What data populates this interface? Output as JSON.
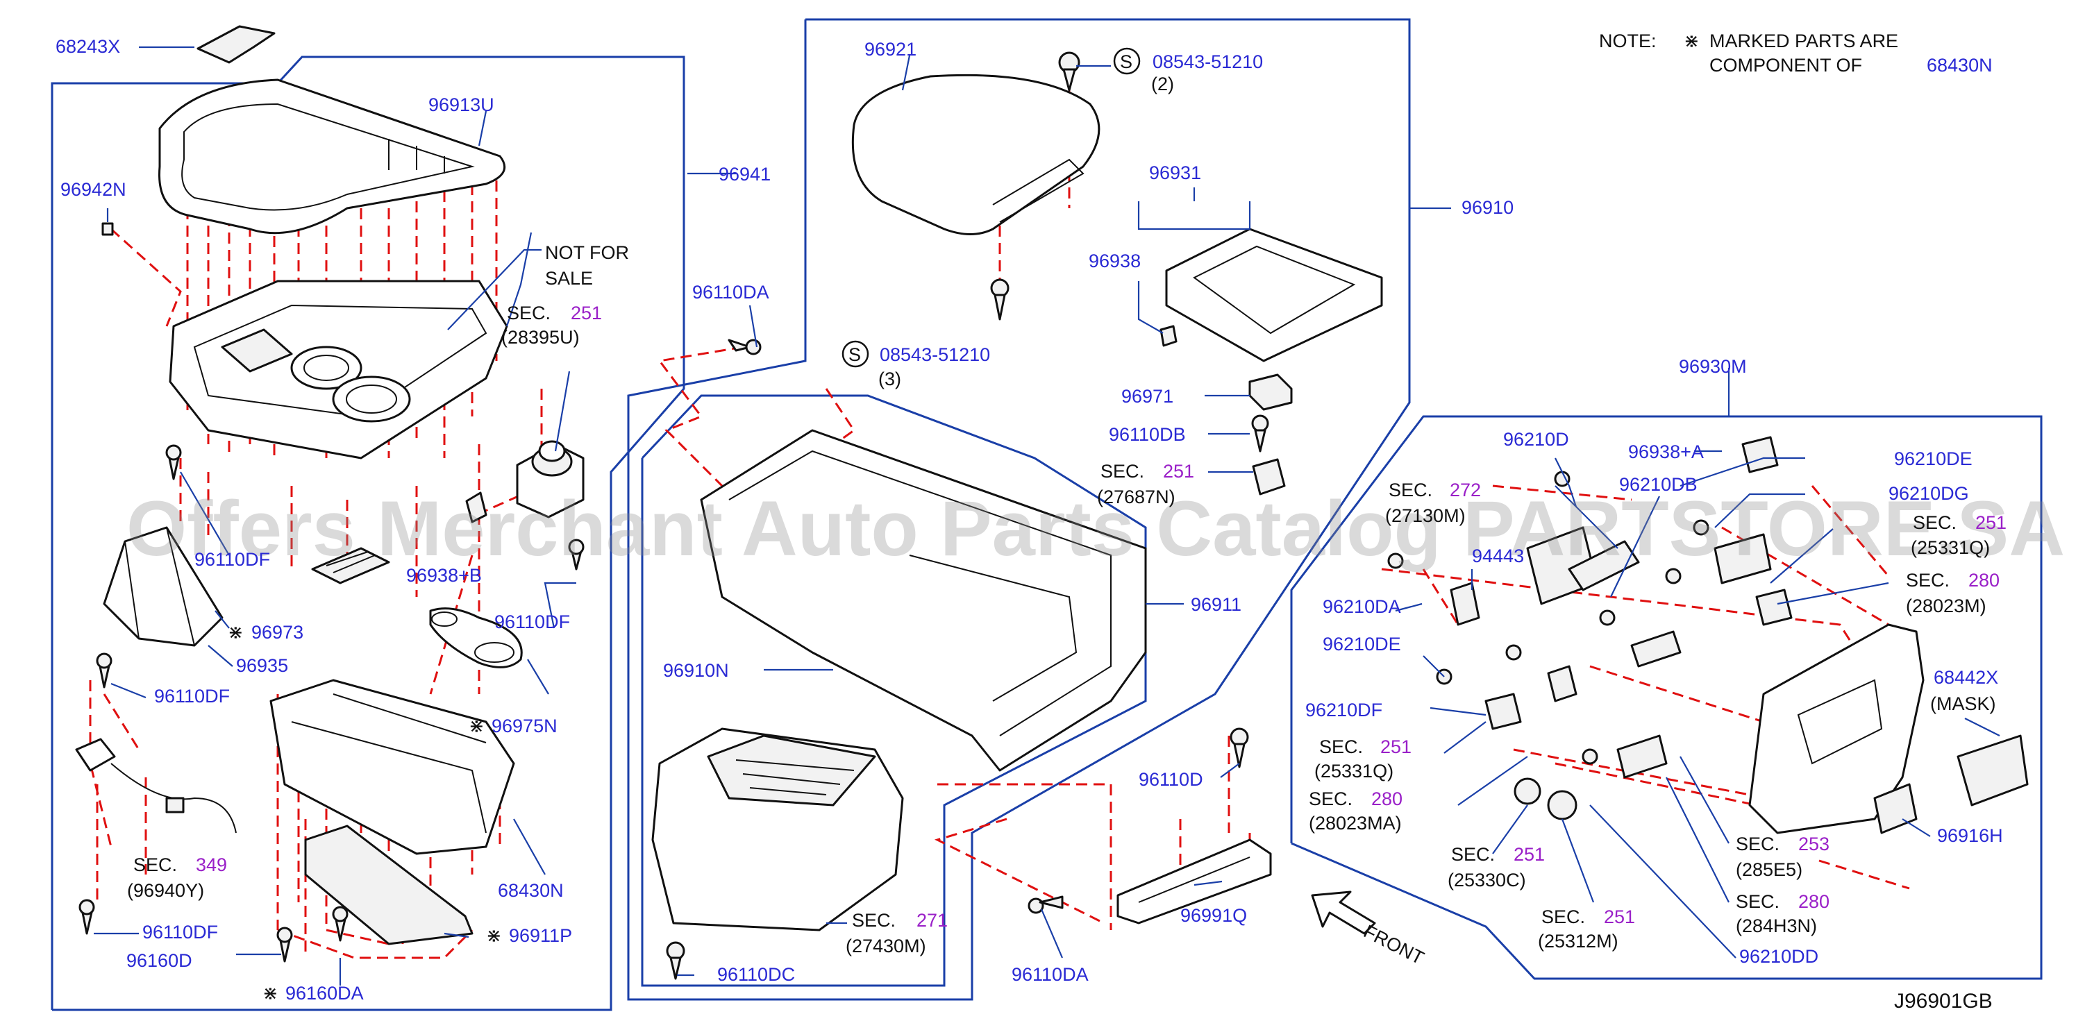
{
  "note": {
    "prefix": "NOTE:",
    "line1": "MARKED PARTS ARE",
    "line2": "COMPONENT OF",
    "ref": "68430N"
  },
  "watermark": "Offers Merchant Auto Parts Catalog PARTSTORE.SA",
  "diagram_code": "J96901GB",
  "front_label": "FRONT",
  "not_for_sale": {
    "line1": "NOT FOR",
    "line2": "SALE"
  },
  "labels": {
    "p68243X": "68243X",
    "p96913U": "96913U",
    "p96942N": "96942N",
    "p96941": "96941",
    "p96110DF_a": "96110DF",
    "p96110DF_b": "96110DF",
    "p96110DF_c": "96110DF",
    "p96110DF_d": "96110DF",
    "p96938B": "96938+B",
    "p96973": "96973",
    "p96935": "96935",
    "p96975N": "96975N",
    "p68430N": "68430N",
    "p96160D": "96160D",
    "p96911P": "96911P",
    "p96160DA": "96160DA",
    "p96921": "96921",
    "p96110DA_a": "96110DA",
    "p96110DA_b": "96110DA",
    "p96910N": "96910N",
    "p96110DC": "96110DC",
    "p96931": "96931",
    "p96938": "96938",
    "p96971": "96971",
    "p96110DB": "96110DB",
    "p96910": "96910",
    "p96911": "96911",
    "p96110D": "96110D",
    "p96991Q": "96991Q",
    "p96930M": "96930M",
    "p96210D": "96210D",
    "p96938A": "96938+A",
    "p96210DE_a": "96210DE",
    "p96210DB": "96210DB",
    "p96210DG": "96210DG",
    "p94443": "94443",
    "p96210DA": "96210DA",
    "p96210DE_b": "96210DE",
    "p96210DF": "96210DF",
    "p68442X": "68442X",
    "p_mask": "(MASK)",
    "p96916H": "96916H",
    "p96210DD": "96210DD",
    "s08543_a": "08543-51210",
    "s08543_a_qty": "(2)",
    "s08543_b": "08543-51210",
    "s08543_b_qty": "(3)",
    "s_glyph": "S"
  },
  "sections": {
    "sec_word": "SEC.",
    "s251_28395U": {
      "num": "251",
      "sub": "(28395U)"
    },
    "s349_96940Y": {
      "num": "349",
      "sub": "(96940Y)"
    },
    "s271_27430M": {
      "num": "271",
      "sub": "(27430M)"
    },
    "s251_27687N": {
      "num": "251",
      "sub": "(27687N)"
    },
    "s272_27130M": {
      "num": "272",
      "sub": "(27130M)"
    },
    "s251_25331Q_a": {
      "num": "251",
      "sub": "(25331Q)"
    },
    "s280_28023M": {
      "num": "280",
      "sub": "(28023M)"
    },
    "s251_25331Q_b": {
      "num": "251",
      "sub": "(25331Q)"
    },
    "s280_28023MA": {
      "num": "280",
      "sub": "(28023MA)"
    },
    "s251_25330C": {
      "num": "251",
      "sub": "(25330C)"
    },
    "s253_285E5": {
      "num": "253",
      "sub": "(285E5)"
    },
    "s280_284H3N": {
      "num": "280",
      "sub": "(284H3N)"
    },
    "s251_25312M": {
      "num": "251",
      "sub": "(25312M)"
    }
  },
  "colors": {
    "label_blue": "#2a2ad4",
    "section_purple": "#9a20c8",
    "frame_blue": "#1a3fa8",
    "dash_red": "#e01010",
    "ink": "#111111"
  }
}
